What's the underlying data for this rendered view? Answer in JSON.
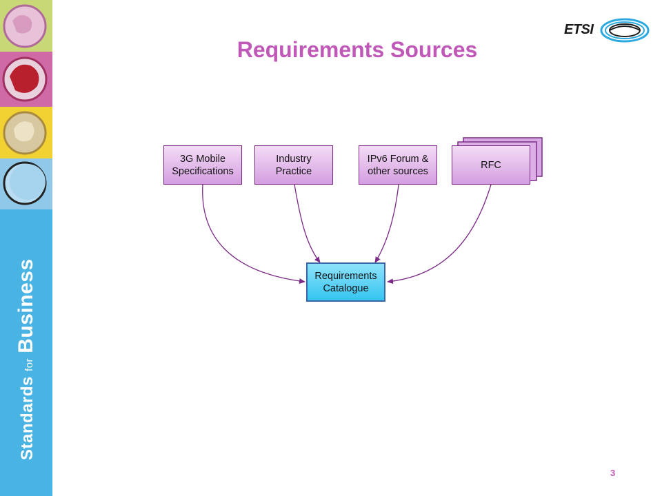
{
  "slide": {
    "title": "Requirements Sources",
    "page_number": "3"
  },
  "branding": {
    "logo_text": "ETSI",
    "sidebar_word_1": "Standards",
    "sidebar_word_2": "for",
    "sidebar_word_3": "Business"
  },
  "diagram": {
    "sources": [
      {
        "label": "3G Mobile\nSpecifications"
      },
      {
        "label": "Industry\nPractice"
      },
      {
        "label": "IPv6 Forum &\nother sources"
      },
      {
        "label": "RFC"
      }
    ],
    "target": {
      "label": "Requirements\nCatalogue"
    },
    "edges": [
      {
        "from": "3G Mobile Specifications",
        "to": "Requirements Catalogue"
      },
      {
        "from": "Industry Practice",
        "to": "Requirements Catalogue"
      },
      {
        "from": "IPv6 Forum & other sources",
        "to": "Requirements Catalogue"
      },
      {
        "from": "RFC",
        "to": "Requirements Catalogue"
      }
    ]
  },
  "colors": {
    "title": "#c058b7",
    "source_border": "#7b2a86",
    "target_border": "#3a66a8",
    "arrow": "#7b2a86",
    "sidebar": "#49b3e3"
  }
}
